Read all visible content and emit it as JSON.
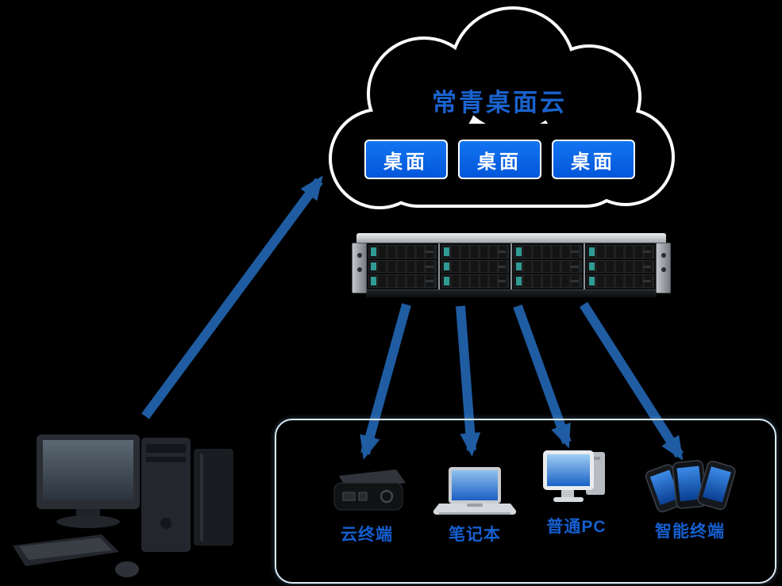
{
  "diagram": {
    "cloud": {
      "title": "常青桌面云",
      "desktop_buttons": [
        {
          "label": "桌面"
        },
        {
          "label": "桌面"
        },
        {
          "label": "桌面"
        }
      ]
    },
    "server": {
      "icon": "rack-server-icon"
    },
    "client_pc": {
      "icon": "desktop-pc-icon"
    },
    "terminals": [
      {
        "label": "云终端",
        "icon": "cloud-terminal-icon"
      },
      {
        "label": "笔记本",
        "icon": "laptop-icon"
      },
      {
        "label": "普通PC",
        "icon": "desktop-monitor-icon"
      },
      {
        "label": "智能终端",
        "icon": "smartphones-icon"
      }
    ],
    "arrows": [
      {
        "name": "pc-to-cloud"
      },
      {
        "name": "server-to-cloud-terminal"
      },
      {
        "name": "server-to-laptop"
      },
      {
        "name": "server-to-pc"
      },
      {
        "name": "server-to-smart-terminal"
      }
    ],
    "colors": {
      "background": "#000000",
      "cloud_outline": "#ffffff",
      "title_text": "#1a63cf",
      "button_fill": "#0668ea",
      "button_border": "#ffffff",
      "button_text": "#ffffff",
      "label_text": "#155fd0",
      "arrow": "#1f5ca2",
      "panel_border": "#dcebf8",
      "drive_latch": "#2f9b94"
    }
  }
}
